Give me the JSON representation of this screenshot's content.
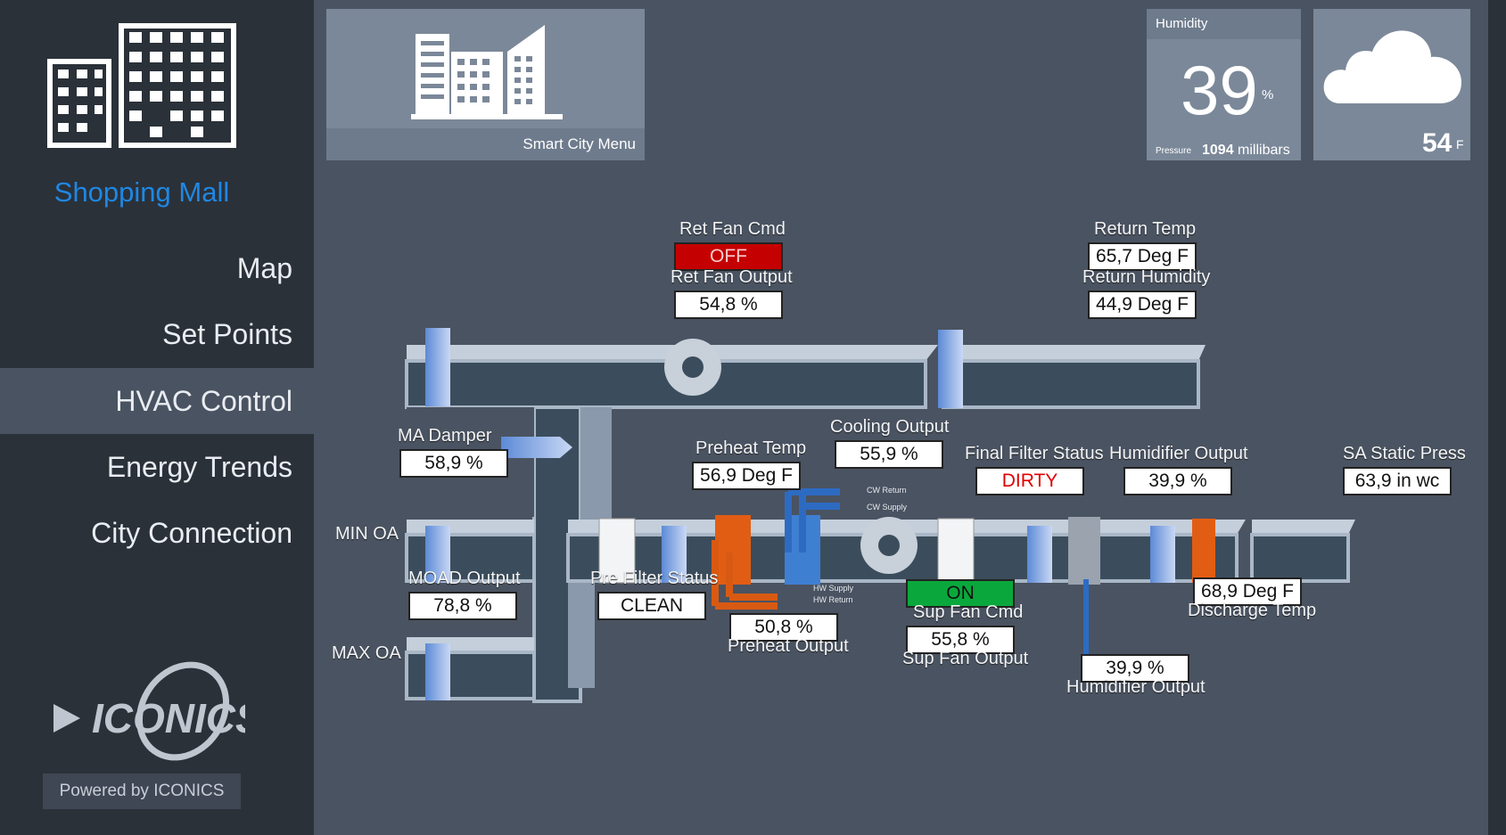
{
  "sidebar": {
    "site_title": "Shopping Mall",
    "nav": [
      "Map",
      "Set Points",
      "HVAC Control",
      "Energy Trends",
      "City Connection"
    ],
    "active_nav": "HVAC Control",
    "brand_logo": "ICONICS",
    "powered_by": "Powered by ICONICS"
  },
  "tiles": {
    "smart_city_label": "Smart City Menu",
    "humidity": {
      "title": "Humidity",
      "value": "39",
      "unit": "%",
      "pressure_label": "Pressure",
      "pressure_value": "1094",
      "pressure_unit": "millibars"
    },
    "weather": {
      "icon": "cloud-icon",
      "temperature": "54",
      "unit": "F"
    }
  },
  "hvac": {
    "ret_fan_cmd": {
      "label": "Ret Fan Cmd",
      "value": "OFF"
    },
    "ret_fan_output": {
      "label": "Ret Fan Output",
      "value": "54,8 %"
    },
    "return_temp": {
      "label": "Return Temp",
      "value": "65,7 Deg F"
    },
    "return_humidity": {
      "label": "Return Humidity",
      "value": "44,9 Deg F"
    },
    "ma_damper": {
      "label": "MA Damper",
      "value": "58,9 %"
    },
    "preheat_temp": {
      "label": "Preheat Temp",
      "value": "56,9 Deg F"
    },
    "cooling_output": {
      "label": "Cooling Output",
      "value": "55,9 %"
    },
    "final_filter_status": {
      "label": "Final Filter Status",
      "value": "DIRTY"
    },
    "humidifier_output_top": {
      "label": "Humidifier Output",
      "value": "39,9 %"
    },
    "sa_static_press": {
      "label": "SA Static Press",
      "value": "63,9 in wc"
    },
    "min_oa": "MIN OA",
    "max_oa": "MAX OA",
    "moad_output": {
      "label": "MOAD Output",
      "value": "78,8 %"
    },
    "pre_filter_status": {
      "label": "Pre Filter Status",
      "value": "CLEAN"
    },
    "preheat_output": {
      "label": "Preheat Output",
      "value": "50,8 %"
    },
    "sup_fan_cmd": {
      "label": "Sup Fan Cmd",
      "value": "ON"
    },
    "sup_fan_output": {
      "label": "Sup Fan Output",
      "value": "55,8 %"
    },
    "discharge_temp": {
      "label": "Discharge Temp",
      "value": "68,9 Deg F"
    },
    "humidifier_output_bottom": {
      "label": "Humidifier Output",
      "value": "39,9 %"
    },
    "cw_return": "CW Return",
    "cw_supply": "CW Supply",
    "hw_supply": "HW Supply",
    "hw_return": "HW Return"
  },
  "colors": {
    "sidebar_bg": "#2b3139",
    "main_bg": "#4a5361",
    "accent_blue": "#1e88e5",
    "off_red": "#c50000",
    "on_green": "#0aa83c",
    "tile_bg": "#7b8899"
  }
}
